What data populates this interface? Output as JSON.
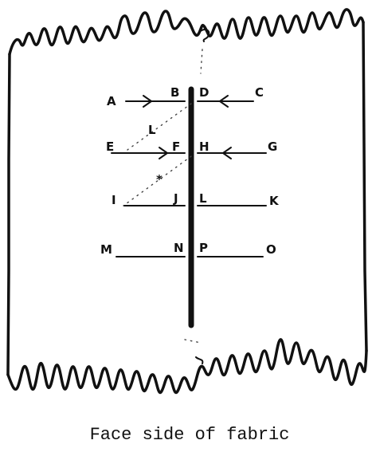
{
  "labels": {
    "a": "A",
    "b": "B",
    "c": "C",
    "d": "D",
    "e": "E",
    "f": "F",
    "g": "G",
    "h": "H",
    "i": "I",
    "j": "J",
    "k": "K",
    "l": "L",
    "m": "M",
    "n": "N",
    "o": "O",
    "p": "P"
  },
  "caption": "Face side of fabric"
}
